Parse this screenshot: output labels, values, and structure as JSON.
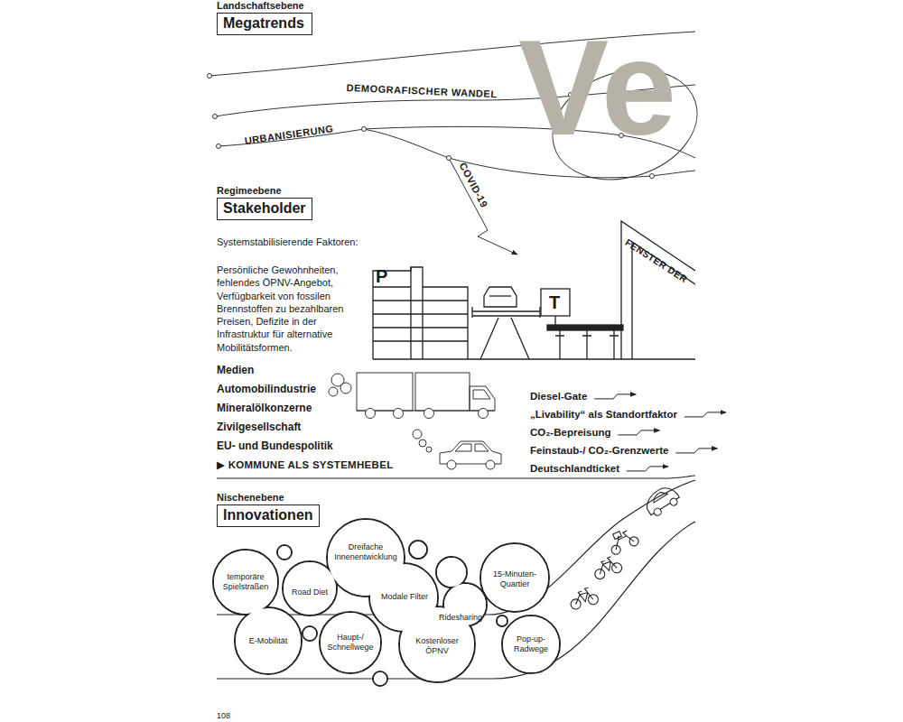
{
  "diagram": {
    "nodes": [
      {
        "text": [
          "Landschaftsebene",
          "Megatrends"
        ]
      },
      {
        "text": [
          "Regimeebene",
          "Stakeholder"
        ]
      },
      {
        "text": [
          "Nischenebene",
          "Innovationen"
        ]
      },
      {
        "text": [
          "temporäre Spielstraßen"
        ]
      },
      {
        "text": [
          "Dreifache Innenentwicklung"
        ]
      },
      {
        "text": [
          "Road Diet"
        ]
      },
      {
        "text": [
          "Modale Filter"
        ]
      },
      {
        "text": [
          "15-Minuten- Quartier"
        ]
      },
      {
        "text": [
          "Ridesharing"
        ]
      },
      {
        "text": [
          "E-Mobilität"
        ]
      },
      {
        "text": [
          "Haupt-/ Schnellwege"
        ]
      },
      {
        "text": [
          "Kostenloser ÖPNV"
        ]
      },
      {
        "text": [
          "Pop-up- Radwege"
        ]
      }
    ],
    "edges": [],
    "labels": [
      "Ve",
      "DEMOGRAFISCHER WANDEL",
      "URBANISIERUNG",
      "COVID-19",
      "Systemstabilisierende Faktoren:",
      "Persönliche Gewohnheiten, fehlendes ÖPNV-Angebot, Verfügbarkeit von fossilen Brennstoffen zu bezahlbaren Preisen, Defizite in der Infrastruktur für alternative Mobilitätsformen.",
      "P",
      "T",
      "FENSTER DER",
      "Medien",
      "Automobilindustrie",
      "Mineralölkonzerne",
      "Zivilgesellschaft",
      "EU- und Bundespolitik",
      "▶ KOMMUNE ALS SYSTEMHEBEL",
      "Diesel-Gate",
      "„Livability“ als Standortfaktor",
      "CO₂-Bepreisung",
      "Feinstaub-/ CO₂-Grenzwerte",
      "Deutschlandticket",
      "108"
    ]
  }
}
